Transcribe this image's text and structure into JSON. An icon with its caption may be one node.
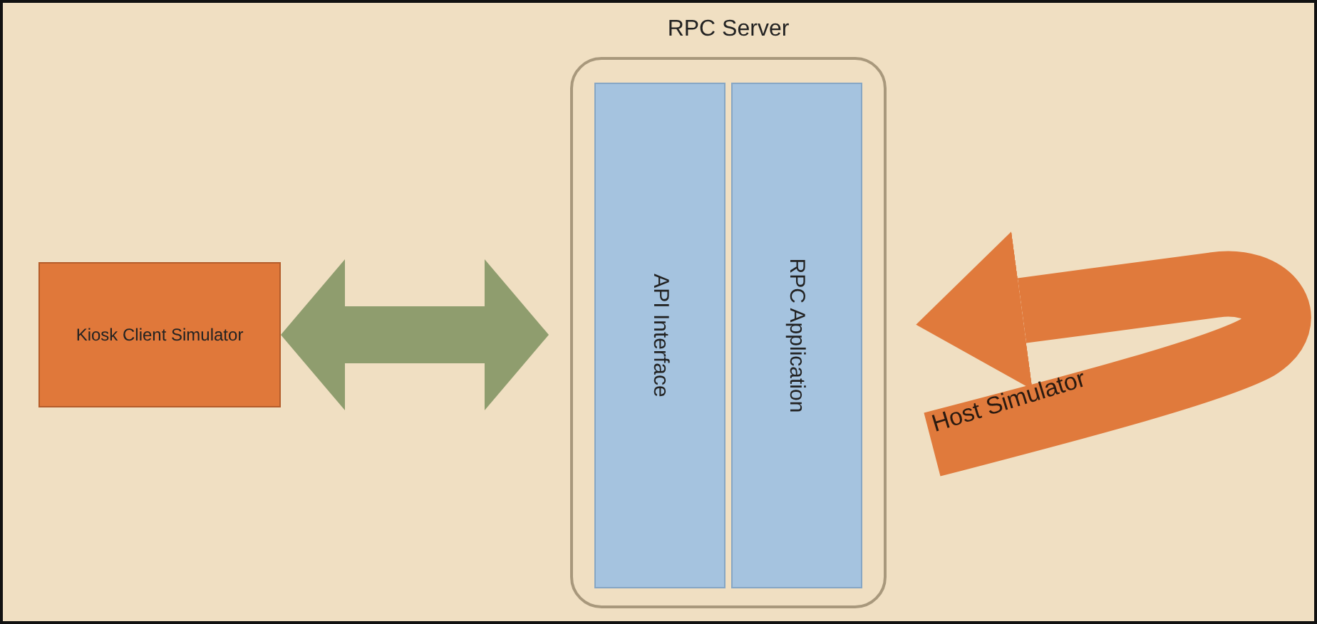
{
  "diagram": {
    "nodes": [
      {
        "text": [
          "RPC Server"
        ]
      },
      {
        "text": [
          "API Interface"
        ],
        "in": 0
      },
      {
        "text": [
          "RPC Application"
        ],
        "in": 0
      },
      {
        "text": [
          "Kiosk Client Simulator"
        ]
      }
    ],
    "edges": [
      {
        "from": 3,
        "to": 0,
        "arrow": "both",
        "color": "#8f9d6e"
      },
      {
        "from": null,
        "to": 2,
        "arrow": "to",
        "color": "#e07a3c",
        "label": "Host Simulator"
      }
    ]
  }
}
